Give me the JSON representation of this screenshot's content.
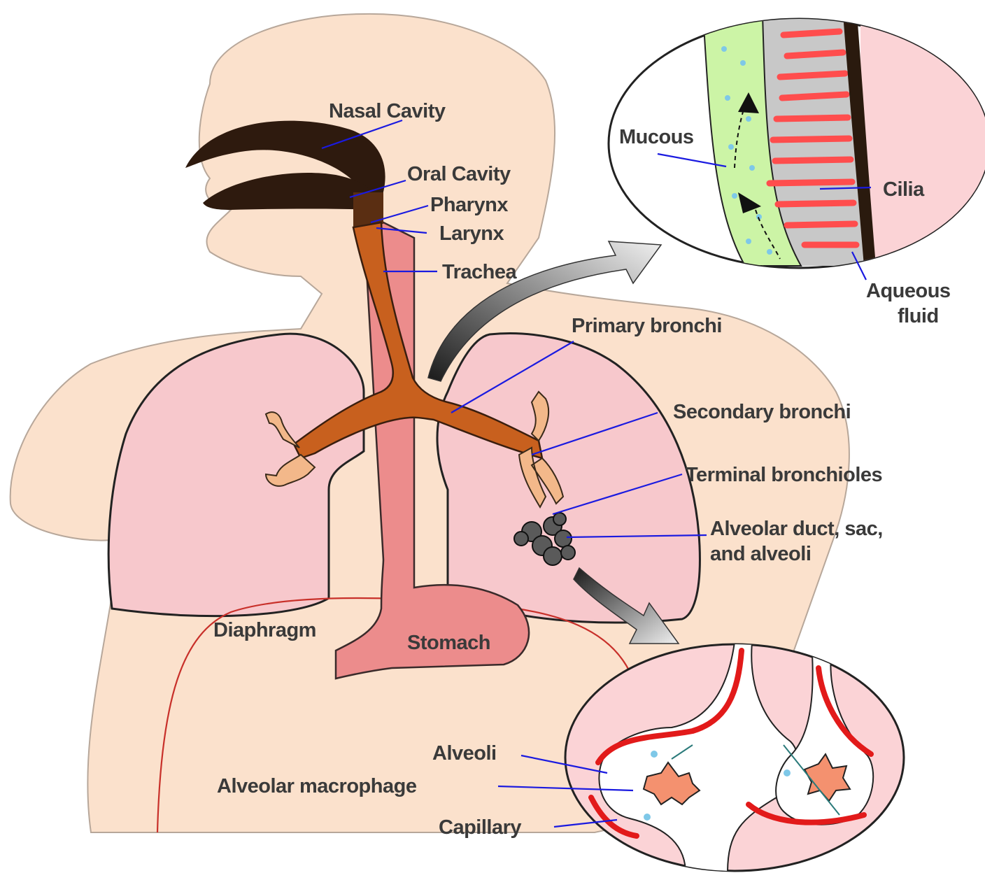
{
  "labels": {
    "nasal_cavity": "Nasal Cavity",
    "oral_cavity": "Oral Cavity",
    "pharynx": "Pharynx",
    "larynx": "Larynx",
    "trachea": "Trachea",
    "primary_bronchi": "Primary bronchi",
    "secondary_bronchi": "Secondary bronchi",
    "terminal_bronchioles": "Terminal bronchioles",
    "alveolar_duct_line1": "Alveolar duct, sac,",
    "alveolar_duct_line2": "and alveoli",
    "diaphragm": "Diaphragm",
    "stomach": "Stomach",
    "mucous": "Mucous",
    "cilia": "Cilia",
    "aqueous_line1": "Aqueous",
    "aqueous_line2": "fluid",
    "alveoli": "Alveoli",
    "alveolar_macrophage": "Alveolar macrophage",
    "capillary": "Capillary"
  },
  "colors": {
    "skin": "#fbe1cc",
    "lung": "#f7c8cc",
    "trachea": "#c8601e",
    "esophagus": "#ec8c8c",
    "nasal": "#2e1a0e",
    "bronchiole": "#f3b88a",
    "mucous_layer": "#ccf4a6",
    "cilia": "#ff4d4d",
    "leader_line": "#1a1ae0",
    "capillary": "#e21a1a"
  }
}
